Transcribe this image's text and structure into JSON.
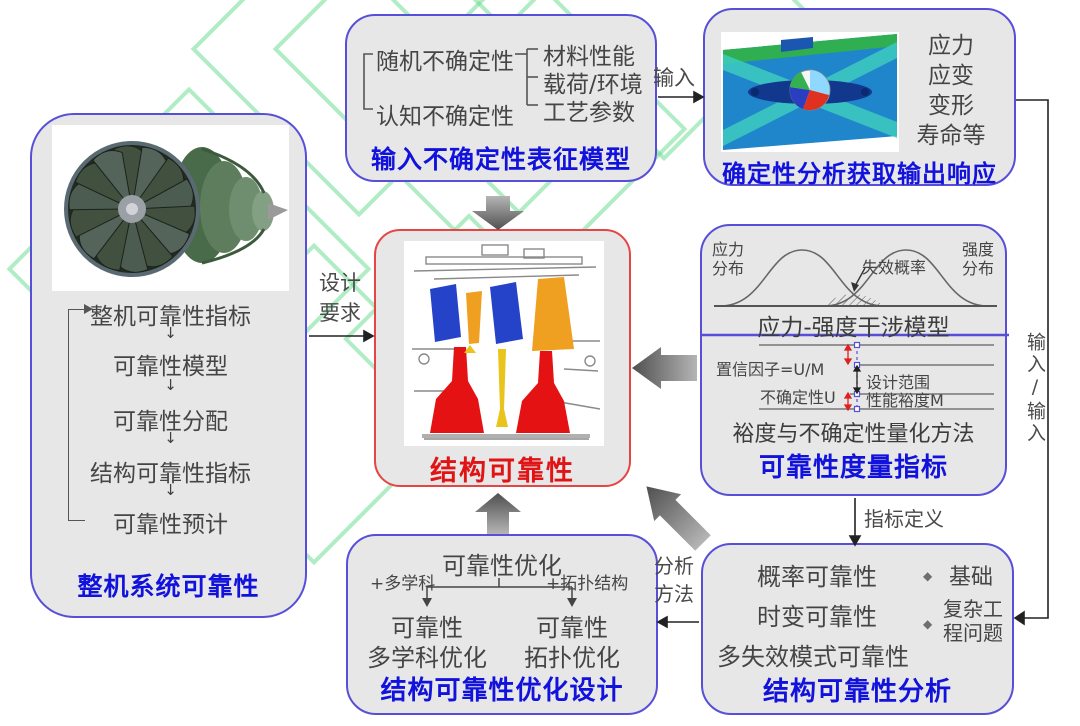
{
  "colors": {
    "box_border_blue": "#574fd8",
    "box_border_red": "#e64545",
    "box_fill": "#e7e7e7",
    "label_blue": "#1212dd",
    "label_red": "#e01414",
    "body_text": "#454545",
    "thick_arrow_gray": "#7a7a7a",
    "watermark_green": "#62db8c"
  },
  "boxes": {
    "system": {
      "label": "整机系统可靠性",
      "items": [
        "整机可靠性指标",
        "可靠性模型",
        "可靠性分配",
        "结构可靠性指标",
        "可靠性预计"
      ]
    },
    "inputUnc": {
      "label": "输入不确定性表征模型",
      "sources": [
        "随机不确定性",
        "认知不确定性"
      ],
      "factors": [
        "材料性能",
        "载荷/环境",
        "工艺参数"
      ]
    },
    "determ": {
      "label": "确定性分析获取输出响应",
      "outputs": [
        "应力",
        "应变",
        "变形",
        "寿命等"
      ]
    },
    "center": {
      "label": "结构可靠性"
    },
    "metrics": {
      "label": "可靠性度量指标",
      "stress": [
        "应力",
        "分布"
      ],
      "strength": [
        "强度",
        "分布"
      ],
      "failureProb": "失效概率",
      "interferenceCaption": "应力-强度干涉模型",
      "confidenceFactor": "置信因子=U/M",
      "designRange": "设计范围",
      "uncertaintyU": "不确定性U",
      "marginM": "性能裕度M",
      "marginCaption": "裕度与不确定性量化方法"
    },
    "analysis": {
      "label": "结构可靠性分析",
      "items": [
        "概率可靠性",
        "时变可靠性",
        "多失效模式可靠性"
      ],
      "tagBasic": "基础",
      "tagComplex": "复杂工程问题"
    },
    "optim": {
      "label": "结构可靠性优化设计",
      "root": "可靠性优化",
      "branchLeft": "+多学科",
      "branchRight": "+拓扑结构",
      "leafLeft": [
        "可靠性",
        "多学科优化"
      ],
      "leafRight": [
        "可靠性",
        "拓扑优化"
      ]
    }
  },
  "connectors": {
    "input": "输入",
    "designReq": [
      "设计",
      "要求"
    ],
    "io": "输入/输入",
    "metricDef": "指标定义",
    "analysisMethod": [
      "分析",
      "方法"
    ]
  }
}
